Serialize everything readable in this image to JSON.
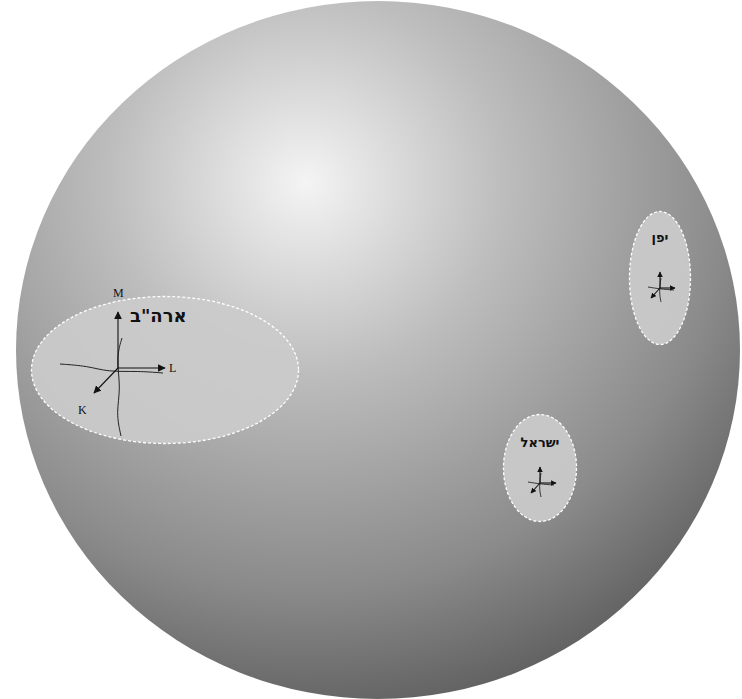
{
  "diagram": {
    "nodes": [
      {
        "text": [
          "ארה\"ב"
        ]
      },
      {
        "text": [
          "יפן"
        ]
      },
      {
        "text": [
          "ישראל"
        ]
      }
    ],
    "labels": [
      "M",
      "L",
      "K"
    ]
  }
}
